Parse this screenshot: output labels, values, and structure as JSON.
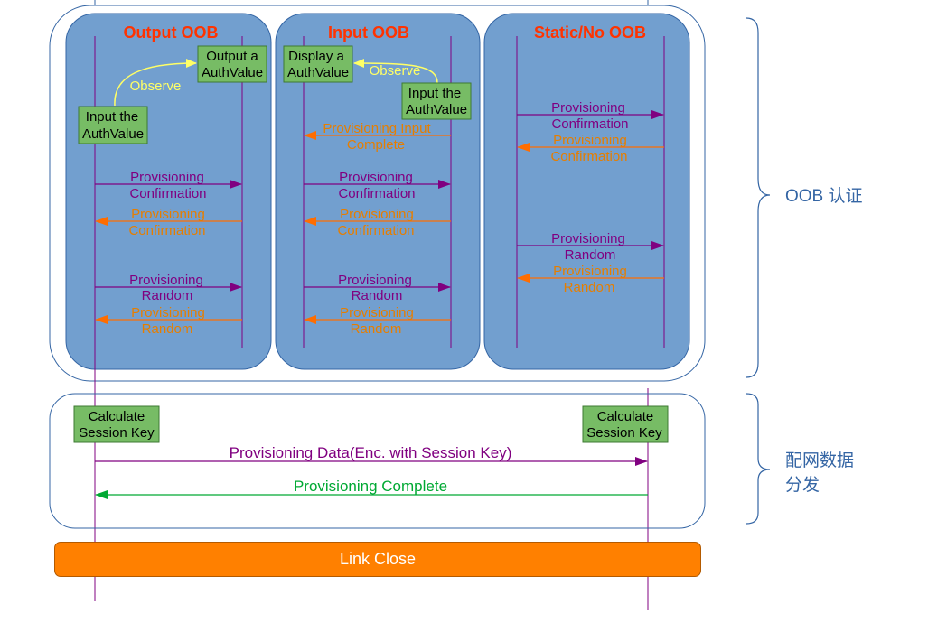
{
  "colors": {
    "panel": "#729fcf",
    "panel_border": "#3465a4",
    "purple": "#800080",
    "orange": "#ff6d00",
    "orange_text": "#e67e00",
    "green_box": "#77bc65",
    "green_text": "#00a933",
    "red_title": "#ff3300",
    "yellow": "#ffff66",
    "brace": "#3465a4",
    "link_close": "#ff8000"
  },
  "panels": {
    "output": {
      "title": "Output OOB",
      "box_output": [
        "Output a",
        "AuthValue"
      ],
      "observe": "Observe",
      "box_input": [
        "Input the",
        "AuthValue"
      ],
      "msg1": [
        "Provisioning",
        "Confirmation"
      ],
      "msg2": [
        "Provisioning",
        "Confirmation"
      ],
      "msg3": [
        "Provisioning",
        "Random"
      ],
      "msg4": [
        "Provisioning",
        "Random"
      ]
    },
    "input": {
      "title": "Input OOB",
      "box_display": [
        "Display a",
        "AuthValue"
      ],
      "observe": "Observe",
      "box_input": [
        "Input the",
        "AuthValue"
      ],
      "msg0": [
        "Provisioning Input",
        "Complete"
      ],
      "msg1": [
        "Provisioning",
        "Confirmation"
      ],
      "msg2": [
        "Provisioning",
        "Confirmation"
      ],
      "msg3": [
        "Provisioning",
        "Random"
      ],
      "msg4": [
        "Provisioning",
        "Random"
      ]
    },
    "static": {
      "title": "Static/No OOB",
      "msg1": [
        "Provisioning",
        "Confirmation"
      ],
      "msg2": [
        "Provisioning",
        "Confirmation"
      ],
      "msg3": [
        "Provisioning",
        "Random"
      ],
      "msg4": [
        "Provisioning",
        "Random"
      ]
    }
  },
  "distribution": {
    "calc_left": [
      "Calculate",
      "Session Key"
    ],
    "calc_right": [
      "Calculate",
      "Session Key"
    ],
    "data_msg": "Provisioning Data(Enc. with Session Key)",
    "complete_msg": "Provisioning Complete"
  },
  "braces": {
    "oob_label": "OOB 认证",
    "dist_label": [
      "配网数据",
      "分发"
    ]
  },
  "link_close": "Link Close"
}
